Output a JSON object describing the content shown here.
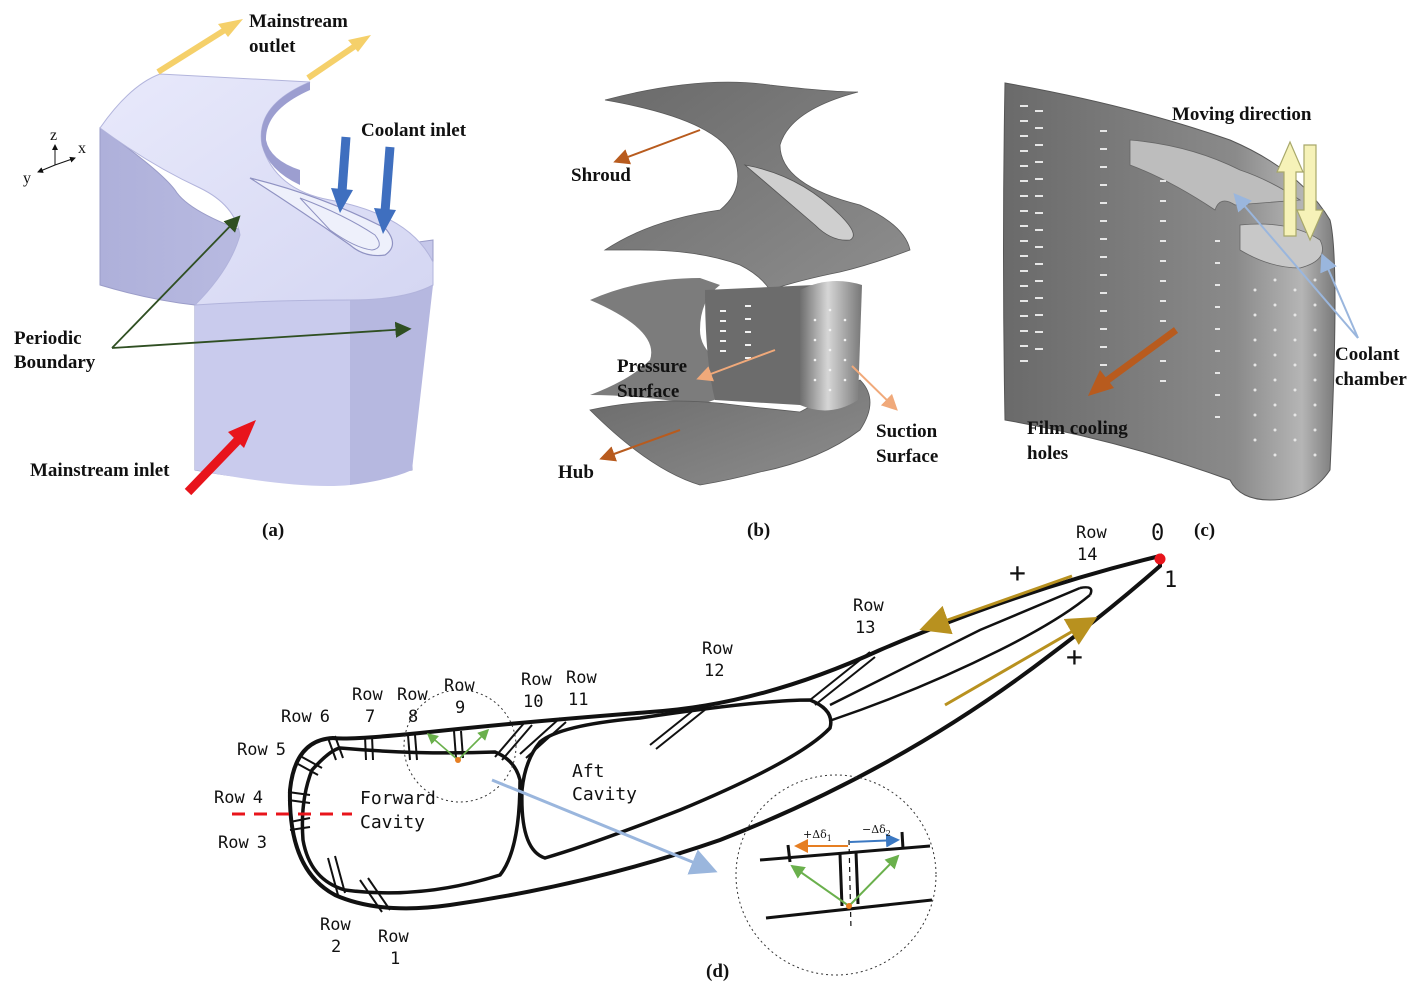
{
  "panels": {
    "a": {
      "caption": "(a)",
      "axes": {
        "z": "z",
        "x": "x",
        "y": "y"
      },
      "labels": {
        "mainstream_outlet_1": "Mainstream",
        "mainstream_outlet_2": "outlet",
        "coolant_inlet": "Coolant inlet",
        "periodic_1": "Periodic",
        "periodic_2": "Boundary",
        "mainstream_inlet": "Mainstream inlet"
      }
    },
    "b": {
      "caption": "(b)",
      "labels": {
        "shroud": "Shroud",
        "pressure_1": "Pressure",
        "pressure_2": "Surface",
        "suction_1": "Suction",
        "suction_2": "Surface",
        "hub": "Hub"
      }
    },
    "c": {
      "caption": "(c)",
      "labels": {
        "moving_direction": "Moving direction",
        "coolant_chamber_1": "Coolant",
        "coolant_chamber_2": "chamber",
        "film_cooling_1": "Film cooling",
        "film_cooling_2": "holes"
      }
    },
    "d": {
      "caption": "(d)",
      "rows": [
        {
          "word": "Row",
          "num": "1"
        },
        {
          "word": "Row",
          "num": "2"
        },
        {
          "word": "Row",
          "num": "3"
        },
        {
          "word": "Row",
          "num": "4"
        },
        {
          "word": "Row",
          "num": "5"
        },
        {
          "word": "Row",
          "num": "6"
        },
        {
          "word": "Row",
          "num": "7"
        },
        {
          "word": "Row",
          "num": "8"
        },
        {
          "word": "Row",
          "num": "9"
        },
        {
          "word": "Row",
          "num": "10"
        },
        {
          "word": "Row",
          "num": "11"
        },
        {
          "word": "Row",
          "num": "12"
        },
        {
          "word": "Row",
          "num": "13"
        },
        {
          "word": "Row",
          "num": "14"
        }
      ],
      "forward_cavity_1": "Forward",
      "forward_cavity_2": "Cavity",
      "aft_cavity_1": "Aft",
      "aft_cavity_2": "Cavity",
      "point_0": "0",
      "point_1": "1",
      "plus_top": "+",
      "plus_bottom": "+",
      "inset": {
        "plus_delta": "+Δδ",
        "plus_sub": "1",
        "minus_delta": "−Δδ",
        "minus_sub": "2"
      }
    }
  },
  "colors": {
    "yellow_arrow": "#f5d06a",
    "blue_arrow": "#3f6fbf",
    "red_arrow": "#e8141b",
    "green_line": "#2f4f22",
    "brown_arrow": "#b85b1e",
    "peach_arrow": "#f0a97a",
    "light_blue_line": "#9ab6dd",
    "olive_arrow": "#b8911f",
    "inset_orange": "#e67e22",
    "inset_blue": "#3b78c2",
    "inset_green": "#6ab04c",
    "domain_face": "#d8d9f3",
    "blade_grey": "#8c8c8c"
  }
}
